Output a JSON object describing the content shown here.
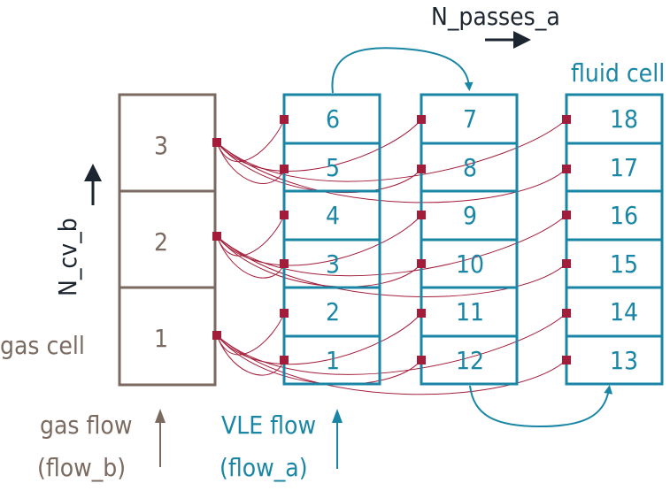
{
  "colors": {
    "gas": "#7a6a60",
    "fluid": "#1a86a6",
    "connector": "#a31d3a",
    "dark": "#1c2530"
  },
  "labels": {
    "n_passes": "N_passes_a",
    "n_cv": "N_cv_b",
    "fluid_cell": "fluid cell",
    "gas_cell": "gas cell",
    "gas_flow": "gas flow",
    "gas_flow_sub": "(flow_b)",
    "vle_flow": "VLE flow",
    "vle_flow_sub": "(flow_a)"
  },
  "gas_cells": [
    "3",
    "2",
    "1"
  ],
  "fluid_columns": [
    [
      "6",
      "5",
      "4",
      "3",
      "2",
      "1"
    ],
    [
      "7",
      "8",
      "9",
      "10",
      "11",
      "12"
    ],
    [
      "18",
      "17",
      "16",
      "15",
      "14",
      "13"
    ]
  ]
}
